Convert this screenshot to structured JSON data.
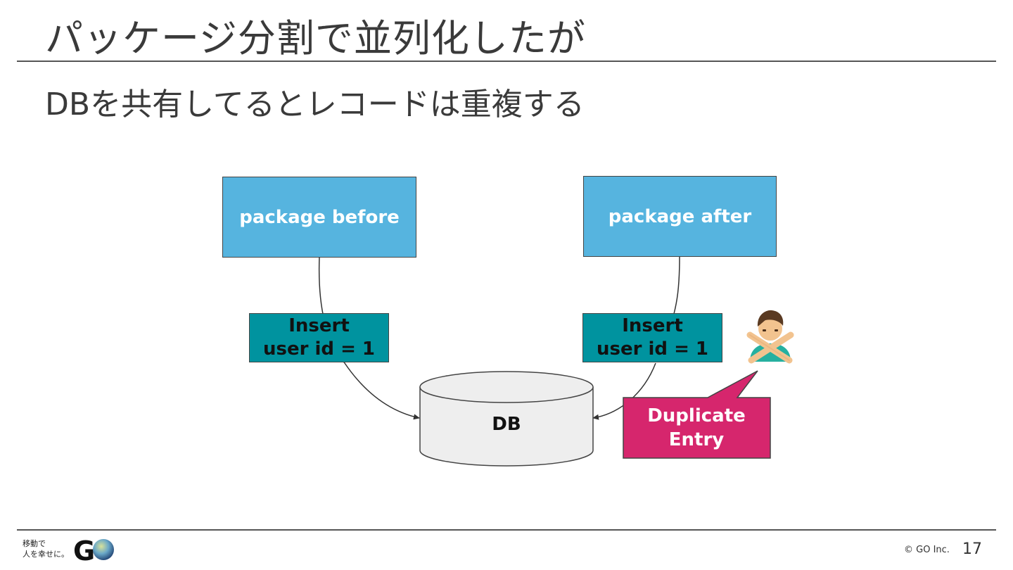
{
  "slide": {
    "title": "パッケージ分割で並列化したが",
    "subtitle": "DBを共有してるとレコードは重複する"
  },
  "diagram": {
    "package_before": "package before",
    "package_after": "package after",
    "insert_left": [
      "Insert",
      "user id = 1"
    ],
    "insert_right": [
      "Insert",
      "user id = 1"
    ],
    "db": "DB",
    "error": [
      "Duplicate",
      "Entry"
    ],
    "colors": {
      "package": "#56b4df",
      "insert": "#00939f",
      "db_fill": "#eeeeee",
      "error": "#d6266d"
    },
    "icon": "person-gesturing-no-icon"
  },
  "footer": {
    "tagline": [
      "移動で",
      "人を幸せに。"
    ],
    "logo": "GO",
    "copyright": "© GO Inc.",
    "page": "17"
  }
}
